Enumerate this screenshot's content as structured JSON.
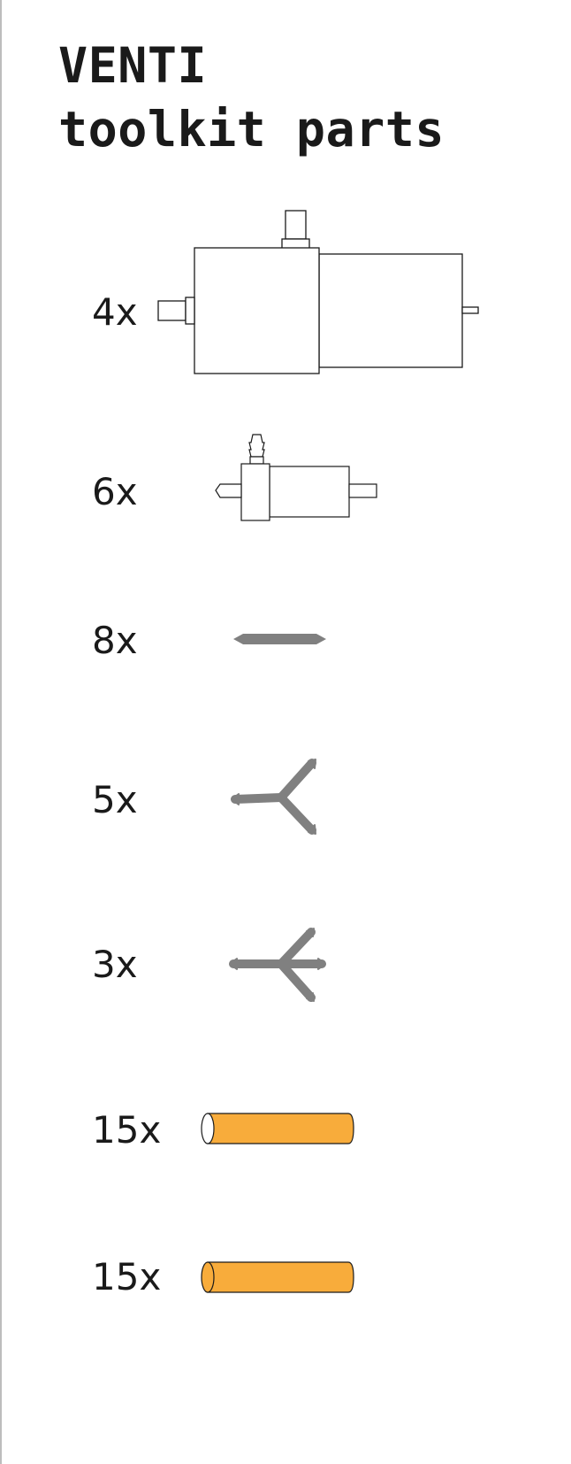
{
  "title": {
    "line1": "VENTI",
    "line2": "toolkit parts"
  },
  "parts": [
    {
      "quantity": "4x",
      "icon": "large-valve-icon"
    },
    {
      "quantity": "6x",
      "icon": "small-valve-icon"
    },
    {
      "quantity": "8x",
      "icon": "straight-connector-icon"
    },
    {
      "quantity": "5x",
      "icon": "y-connector-icon"
    },
    {
      "quantity": "3x",
      "icon": "cross-connector-icon"
    },
    {
      "quantity": "15x",
      "icon": "orange-tube-icon"
    },
    {
      "quantity": "15x",
      "icon": "orange-tube-solid-end-icon"
    }
  ],
  "colors": {
    "tube": "#f8ac3b",
    "connector": "#808080",
    "outline": "#1a1a1a"
  }
}
